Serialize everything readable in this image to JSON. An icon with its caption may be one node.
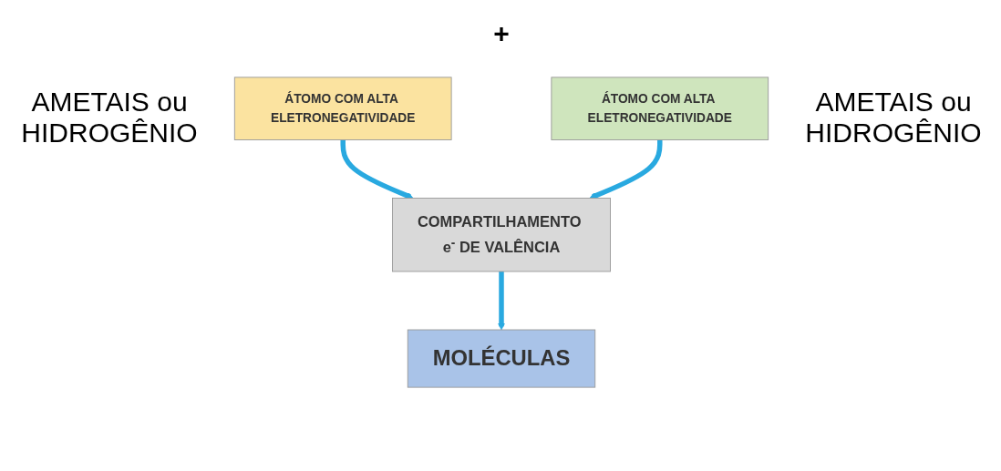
{
  "diagram": {
    "nodes": [
      {
        "text": [
          "ÁTOMO COM ALTA ELETRONEGATIVIDADE"
        ]
      },
      {
        "text": [
          "ÁTOMO COM ALTA ELETRONEGATIVIDADE"
        ]
      },
      {
        "text": [
          "COMPARTILHAMENTO e$^{-}$ DE VALÊNCIA"
        ]
      },
      {
        "text": [
          "MOLÉCULAS"
        ]
      }
    ],
    "edges": [
      {
        "from": 0,
        "to": 2,
        "arrow": "to"
      },
      {
        "from": 1,
        "to": 2,
        "arrow": "to"
      },
      {
        "from": 2,
        "to": 3,
        "arrow": "to"
      }
    ],
    "labels": [
      "+",
      "AMETAIS ou HIDROGÊNIO",
      "AMETAIS ou HIDROGÊNIO"
    ]
  }
}
